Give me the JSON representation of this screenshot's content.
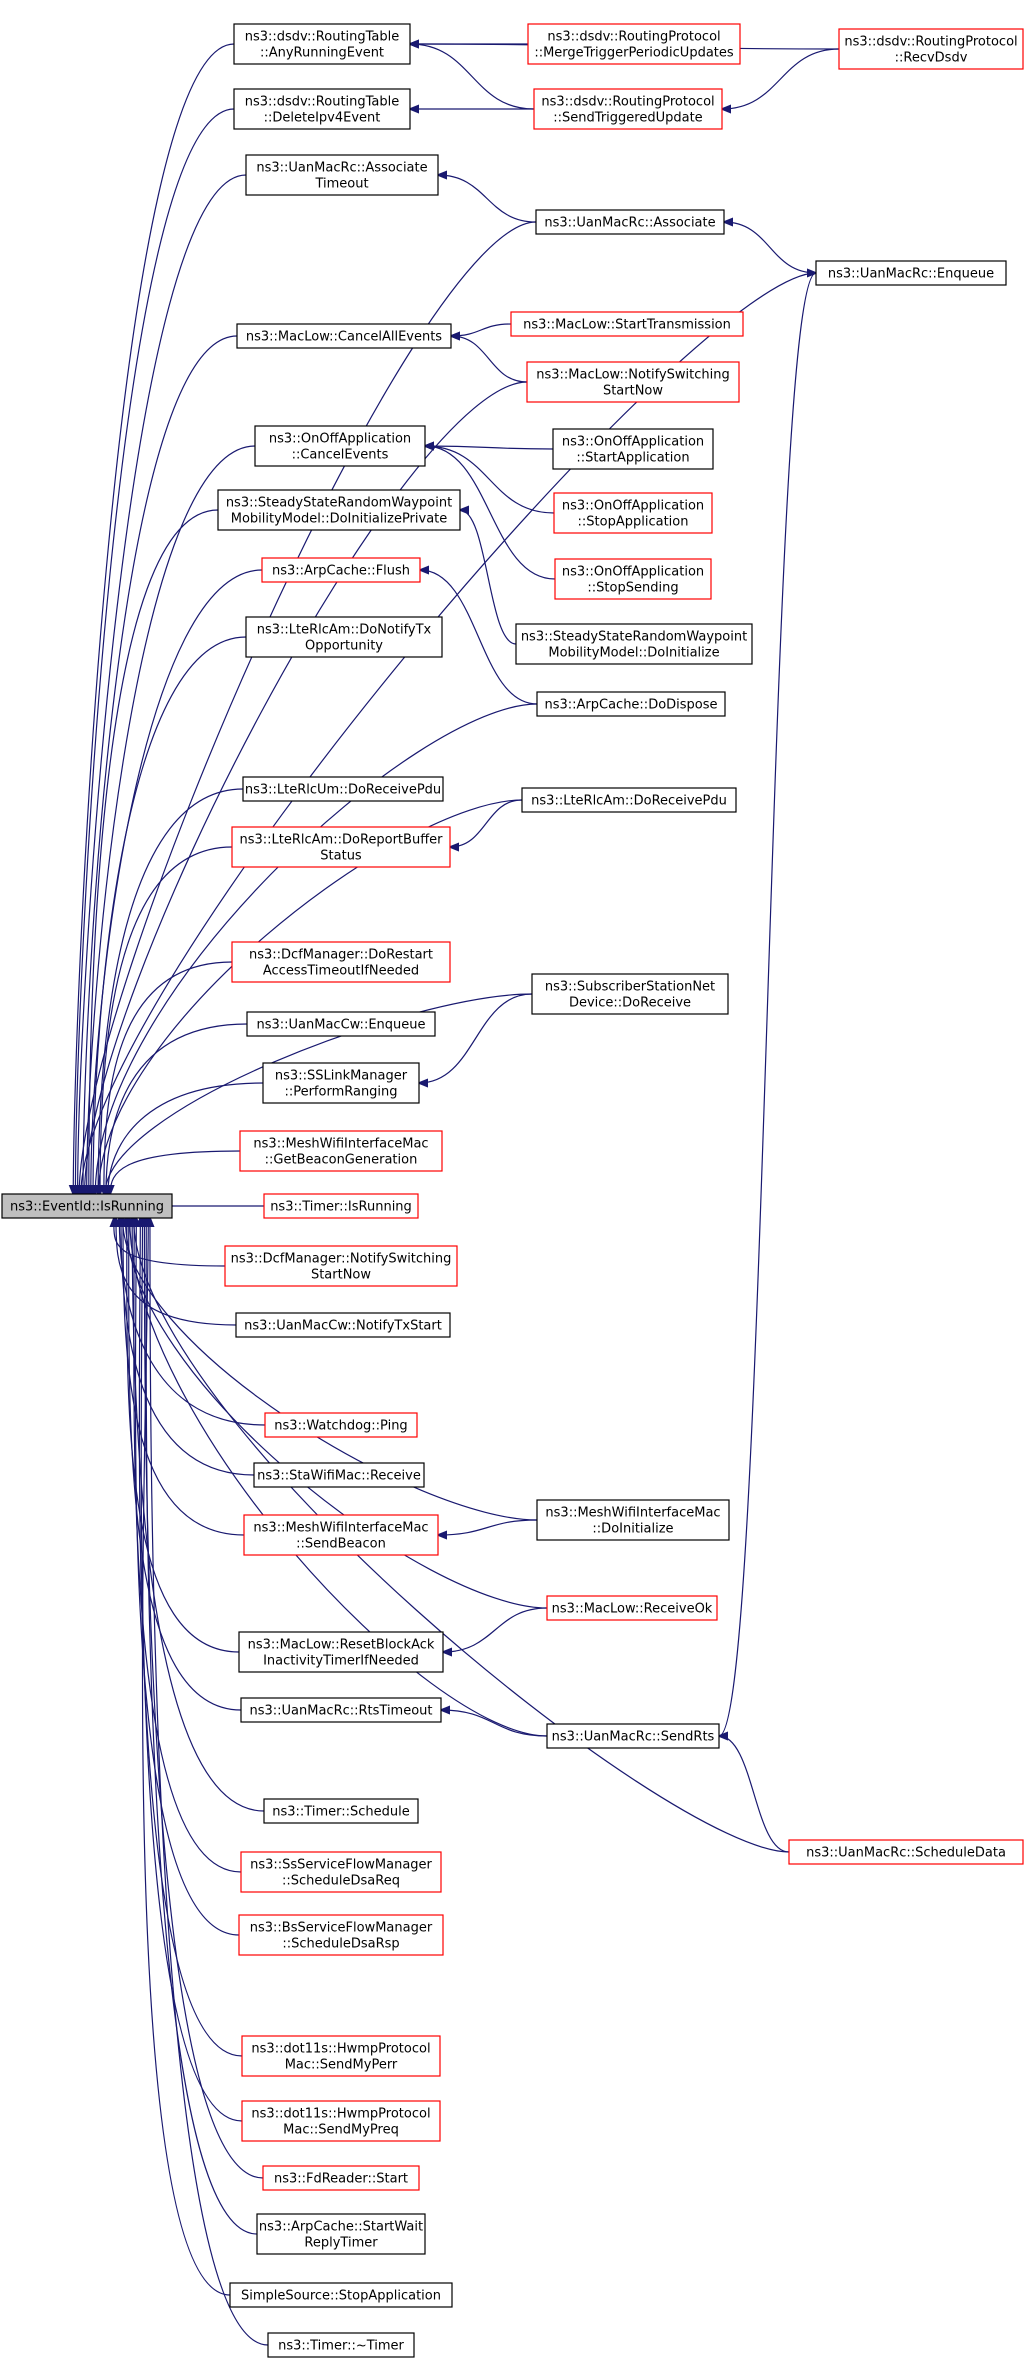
{
  "graph": {
    "root": "ns3::EventId::IsRunning",
    "colors": {
      "edge": "#191970",
      "box_border": "#000000",
      "box_border_link": "#ff0000",
      "root_fill": "#bfbfbf"
    },
    "nodes": {
      "rt_any": {
        "lines": [
          "ns3::dsdv::RoutingTable",
          "::AnyRunningEvent"
        ]
      },
      "rt_del": {
        "lines": [
          "ns3::dsdv::RoutingTable",
          "::DeleteIpv4Event"
        ]
      },
      "rp_merge": {
        "lines": [
          "ns3::dsdv::RoutingProtocol",
          "::MergeTriggerPeriodicUpdates"
        ],
        "red": true
      },
      "rp_send": {
        "lines": [
          "ns3::dsdv::RoutingProtocol",
          "::SendTriggeredUpdate"
        ],
        "red": true
      },
      "rp_recv": {
        "lines": [
          "ns3::dsdv::RoutingProtocol",
          "::RecvDsdv"
        ],
        "red": true
      },
      "rc_assoc_to": {
        "lines": [
          "ns3::UanMacRc::Associate",
          "Timeout"
        ]
      },
      "rc_assoc": {
        "lines": [
          "ns3::UanMacRc::Associate"
        ]
      },
      "rc_enqueue": {
        "lines": [
          "ns3::UanMacRc::Enqueue"
        ]
      },
      "ml_cancel": {
        "lines": [
          "ns3::MacLow::CancelAllEvents"
        ]
      },
      "ml_starttx": {
        "lines": [
          "ns3::MacLow::StartTransmission"
        ],
        "red": true
      },
      "ml_notify": {
        "lines": [
          "ns3::MacLow::NotifySwitching",
          "StartNow"
        ],
        "red": true
      },
      "oo_cancel": {
        "lines": [
          "ns3::OnOffApplication",
          "::CancelEvents"
        ]
      },
      "oo_start": {
        "lines": [
          "ns3::OnOffApplication",
          "::StartApplication"
        ]
      },
      "oo_stop": {
        "lines": [
          "ns3::OnOffApplication",
          "::StopApplication"
        ],
        "red": true
      },
      "oo_stopsend": {
        "lines": [
          "ns3::OnOffApplication",
          "::StopSending"
        ],
        "red": true
      },
      "ss_priv": {
        "lines": [
          "ns3::SteadyStateRandomWaypoint",
          "MobilityModel::DoInitializePrivate"
        ]
      },
      "ss_init": {
        "lines": [
          "ns3::SteadyStateRandomWaypoint",
          "MobilityModel::DoInitialize"
        ]
      },
      "arp_flush": {
        "lines": [
          "ns3::ArpCache::Flush"
        ],
        "red": true
      },
      "arp_dispose": {
        "lines": [
          "ns3::ArpCache::DoDispose"
        ]
      },
      "am_notify": {
        "lines": [
          "ns3::LteRlcAm::DoNotifyTx",
          "Opportunity"
        ]
      },
      "um_recv": {
        "lines": [
          "ns3::LteRlcUm::DoReceivePdu"
        ]
      },
      "am_recv": {
        "lines": [
          "ns3::LteRlcAm::DoReceivePdu"
        ]
      },
      "am_report": {
        "lines": [
          "ns3::LteRlcAm::DoReportBuffer",
          "Status"
        ],
        "red": true
      },
      "dcf_restart": {
        "lines": [
          "ns3::DcfManager::DoRestart",
          "AccessTimeoutIfNeeded"
        ],
        "red": true
      },
      "ssnd_recv": {
        "lines": [
          "ns3::SubscriberStationNet",
          "Device::DoReceive"
        ]
      },
      "cw_enqueue": {
        "lines": [
          "ns3::UanMacCw::Enqueue"
        ]
      },
      "ssl_ranging": {
        "lines": [
          "ns3::SSLinkManager",
          "::PerformRanging"
        ]
      },
      "mesh_beacongen": {
        "lines": [
          "ns3::MeshWifiInterfaceMac",
          "::GetBeaconGeneration"
        ],
        "red": true
      },
      "root": {
        "lines": [
          "ns3::EventId::IsRunning"
        ],
        "root": true
      },
      "timer_isrun": {
        "lines": [
          "ns3::Timer::IsRunning"
        ],
        "red": true
      },
      "dcf_notify": {
        "lines": [
          "ns3::DcfManager::NotifySwitching",
          "StartNow"
        ],
        "red": true
      },
      "cw_notify": {
        "lines": [
          "ns3::UanMacCw::NotifyTxStart"
        ]
      },
      "wd_ping": {
        "lines": [
          "ns3::Watchdog::Ping"
        ],
        "red": true
      },
      "sta_recv": {
        "lines": [
          "ns3::StaWifiMac::Receive"
        ]
      },
      "mesh_sendbeacon": {
        "lines": [
          "ns3::MeshWifiInterfaceMac",
          "::SendBeacon"
        ],
        "red": true
      },
      "mesh_init": {
        "lines": [
          "ns3::MeshWifiInterfaceMac",
          "::DoInitialize"
        ]
      },
      "ml_recvok": {
        "lines": [
          "ns3::MacLow::ReceiveOk"
        ],
        "red": true
      },
      "ml_reset": {
        "lines": [
          "ns3::MacLow::ResetBlockAck",
          "InactivityTimerIfNeeded"
        ]
      },
      "rc_rtstimeout": {
        "lines": [
          "ns3::UanMacRc::RtsTimeout"
        ]
      },
      "rc_sendrts": {
        "lines": [
          "ns3::UanMacRc::SendRts"
        ]
      },
      "timer_sched": {
        "lines": [
          "ns3::Timer::Schedule"
        ]
      },
      "rc_scheddata": {
        "lines": [
          "ns3::UanMacRc::ScheduleData"
        ],
        "red": true
      },
      "ssf_dsareq": {
        "lines": [
          "ns3::SsServiceFlowManager",
          "::ScheduleDsaReq"
        ],
        "red": true
      },
      "bsf_dsarsp": {
        "lines": [
          "ns3::BsServiceFlowManager",
          "::ScheduleDsaRsp"
        ],
        "red": true
      },
      "hwmp_perr": {
        "lines": [
          "ns3::dot11s::HwmpProtocol",
          "Mac::SendMyPerr"
        ],
        "red": true
      },
      "hwmp_preq": {
        "lines": [
          "ns3::dot11s::HwmpProtocol",
          "Mac::SendMyPreq"
        ],
        "red": true
      },
      "fd_start": {
        "lines": [
          "ns3::FdReader::Start"
        ],
        "red": true
      },
      "arp_wait": {
        "lines": [
          "ns3::ArpCache::StartWait",
          "ReplyTimer"
        ]
      },
      "simple_stop": {
        "lines": [
          "SimpleSource::StopApplication"
        ]
      },
      "timer_dtor": {
        "lines": [
          "ns3::Timer::~Timer"
        ]
      }
    },
    "edges": [
      [
        "rt_any",
        "root"
      ],
      [
        "rt_del",
        "root"
      ],
      [
        "rc_assoc_to",
        "root"
      ],
      [
        "rc_assoc",
        "root"
      ],
      [
        "rc_enqueue",
        "root"
      ],
      [
        "ml_cancel",
        "root"
      ],
      [
        "ml_notify",
        "root"
      ],
      [
        "oo_cancel",
        "root"
      ],
      [
        "ss_priv",
        "root"
      ],
      [
        "arp_flush",
        "root"
      ],
      [
        "arp_dispose",
        "root"
      ],
      [
        "am_notify",
        "root"
      ],
      [
        "am_recv",
        "root"
      ],
      [
        "um_recv",
        "root"
      ],
      [
        "am_report",
        "root"
      ],
      [
        "ssnd_recv",
        "root"
      ],
      [
        "dcf_restart",
        "root"
      ],
      [
        "cw_enqueue",
        "root"
      ],
      [
        "ssl_ranging",
        "root"
      ],
      [
        "mesh_beacongen",
        "root"
      ],
      [
        "timer_isrun",
        "root"
      ],
      [
        "dcf_notify",
        "root"
      ],
      [
        "cw_notify",
        "root"
      ],
      [
        "mesh_init",
        "root"
      ],
      [
        "wd_ping",
        "root"
      ],
      [
        "sta_recv",
        "root"
      ],
      [
        "mesh_sendbeacon",
        "root"
      ],
      [
        "ml_recvok",
        "root"
      ],
      [
        "ml_reset",
        "root"
      ],
      [
        "rc_rtstimeout",
        "root"
      ],
      [
        "rc_sendrts",
        "root"
      ],
      [
        "timer_sched",
        "root"
      ],
      [
        "ssf_dsareq",
        "root"
      ],
      [
        "bsf_dsarsp",
        "root"
      ],
      [
        "rc_scheddata",
        "root"
      ],
      [
        "hwmp_perr",
        "root"
      ],
      [
        "hwmp_preq",
        "root"
      ],
      [
        "fd_start",
        "root"
      ],
      [
        "arp_wait",
        "root"
      ],
      [
        "simple_stop",
        "root"
      ],
      [
        "timer_dtor",
        "root"
      ],
      [
        "rp_merge",
        "rt_any"
      ],
      [
        "rp_send",
        "rt_any"
      ],
      [
        "rp_recv",
        "rt_any"
      ],
      [
        "rp_send",
        "rt_del"
      ],
      [
        "rp_recv",
        "rp_send"
      ],
      [
        "rc_assoc",
        "rc_assoc_to"
      ],
      [
        "rc_enqueue",
        "rc_assoc"
      ],
      [
        "rc_sendrts",
        "rc_enqueue"
      ],
      [
        "ml_starttx",
        "ml_cancel"
      ],
      [
        "ml_notify",
        "ml_cancel"
      ],
      [
        "oo_start",
        "oo_cancel"
      ],
      [
        "oo_stop",
        "oo_cancel"
      ],
      [
        "oo_stopsend",
        "oo_cancel"
      ],
      [
        "ss_init",
        "ss_priv"
      ],
      [
        "arp_dispose",
        "arp_flush"
      ],
      [
        "am_recv",
        "am_report"
      ],
      [
        "ssnd_recv",
        "ssl_ranging"
      ],
      [
        "mesh_init",
        "mesh_sendbeacon"
      ],
      [
        "ml_recvok",
        "ml_reset"
      ],
      [
        "rc_sendrts",
        "rc_rtstimeout"
      ],
      [
        "rc_scheddata",
        "rc_sendrts"
      ]
    ]
  }
}
